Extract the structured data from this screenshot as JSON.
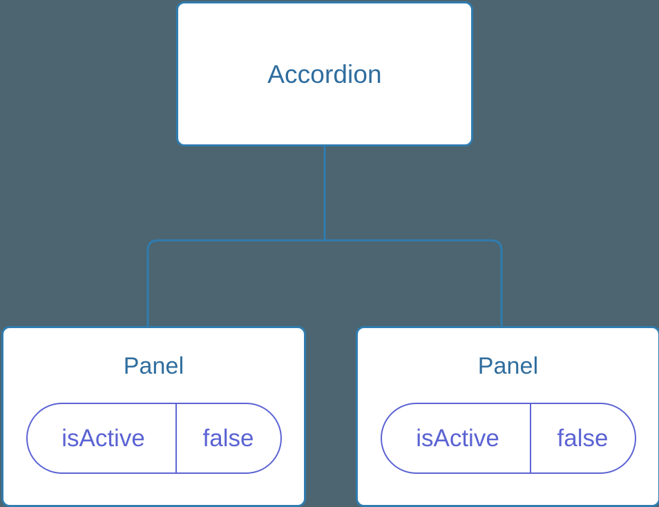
{
  "diagram": {
    "type": "component-tree",
    "background_color": "#4c6570",
    "node_border_color": "#2f7cb0",
    "node_title_color": "#2f6d9e",
    "prop_color": "#5b63d3",
    "connector_color": "#2f7cb0",
    "root": {
      "title": "Accordion"
    },
    "children": [
      {
        "title": "Panel",
        "props": [
          {
            "key": "isActive",
            "value": "false"
          }
        ]
      },
      {
        "title": "Panel",
        "props": [
          {
            "key": "isActive",
            "value": "false"
          }
        ]
      }
    ]
  }
}
